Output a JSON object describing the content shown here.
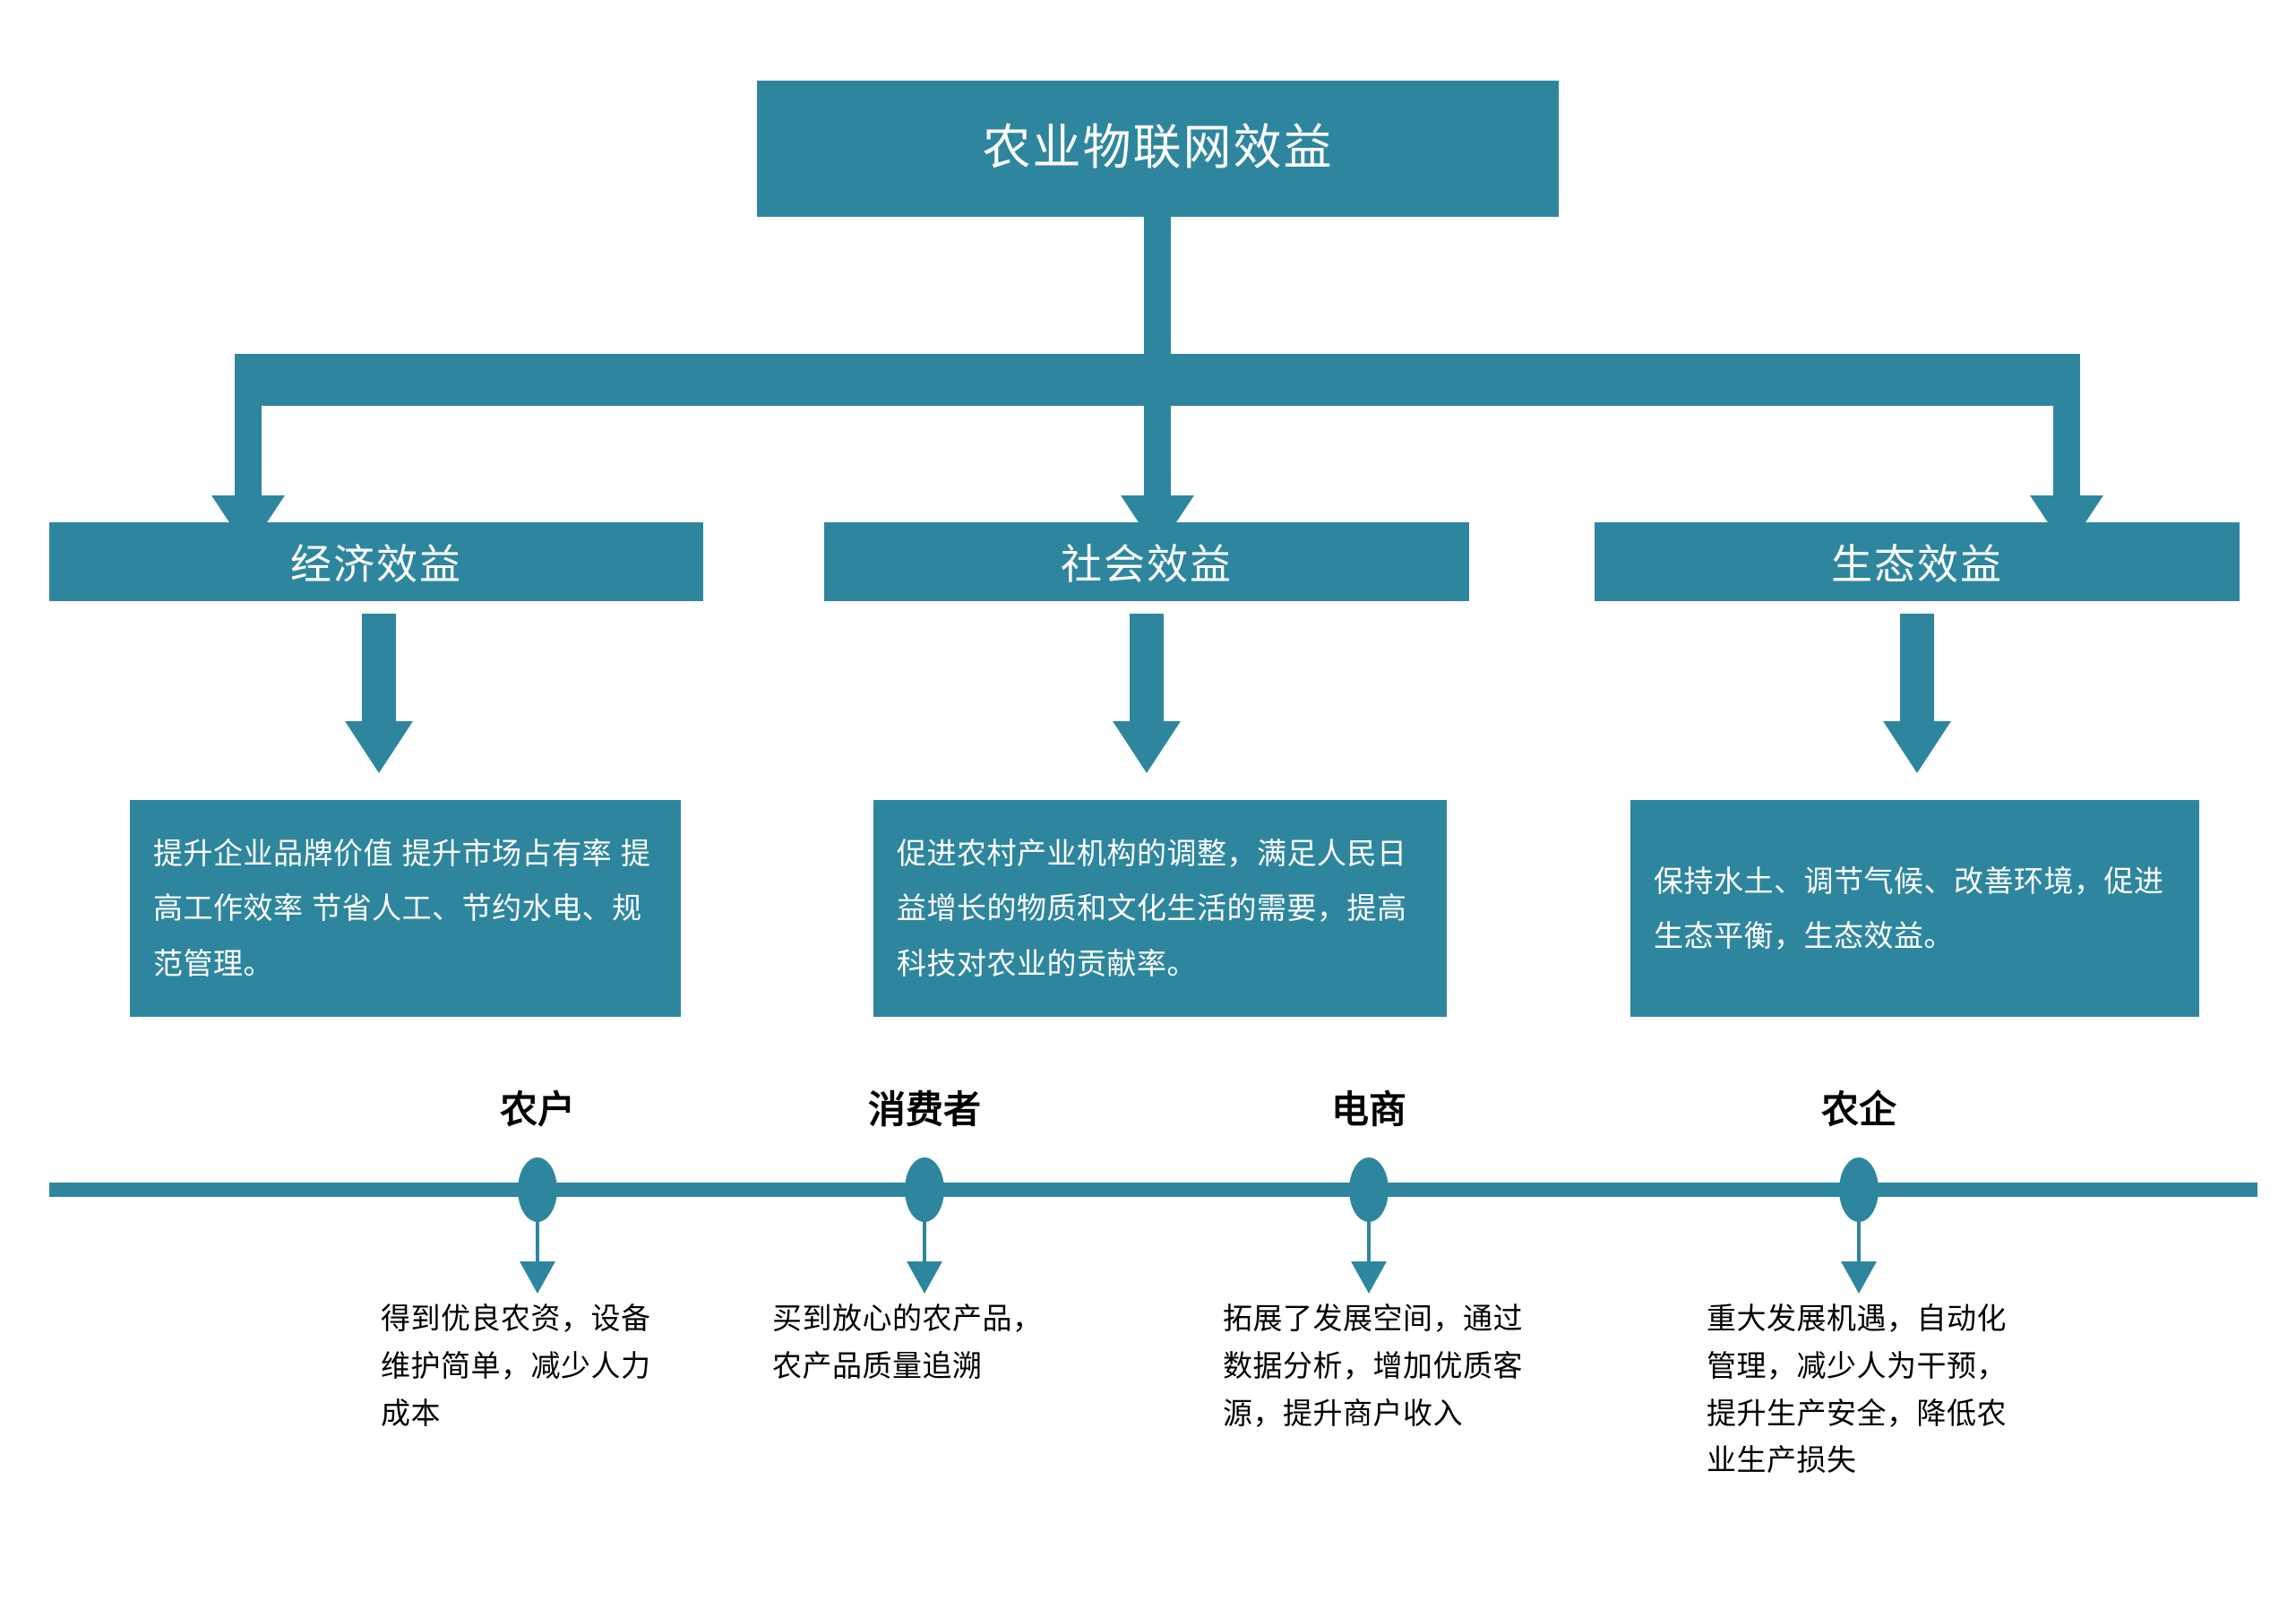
{
  "diagram": {
    "accent_color": "#2E869E",
    "text_on_accent": "#ffffff",
    "text_dark": "#000000",
    "title": "农业物联网效益",
    "categories": [
      {
        "label": "经济效益",
        "detail": "提升企业品牌价值 提升市场占有率 提高工作效率 节省人工、节约水电、规范管理。"
      },
      {
        "label": "社会效益",
        "detail": "促进农村产业机构的调整，满足人民日益增长的物质和文化生活的需要，提高科技对农业的贡献率。"
      },
      {
        "label": "生态效益",
        "detail": "保持水土、调节气候、改善环境，促进生态平衡，生态效益。"
      }
    ],
    "timeline": {
      "nodes": [
        {
          "label": "农户",
          "text": "得到优良农资，设备维护简单，减少人力成本"
        },
        {
          "label": "消费者",
          "text": "买到放心的农产品，农产品质量追溯"
        },
        {
          "label": "电商",
          "text": "拓展了发展空间，通过数据分析，增加优质客源，提升商户收入"
        },
        {
          "label": "农企",
          "text": "重大发展机遇，自动化管理，减少人为干预，提升生产安全，降低农业生产损失"
        }
      ]
    }
  }
}
